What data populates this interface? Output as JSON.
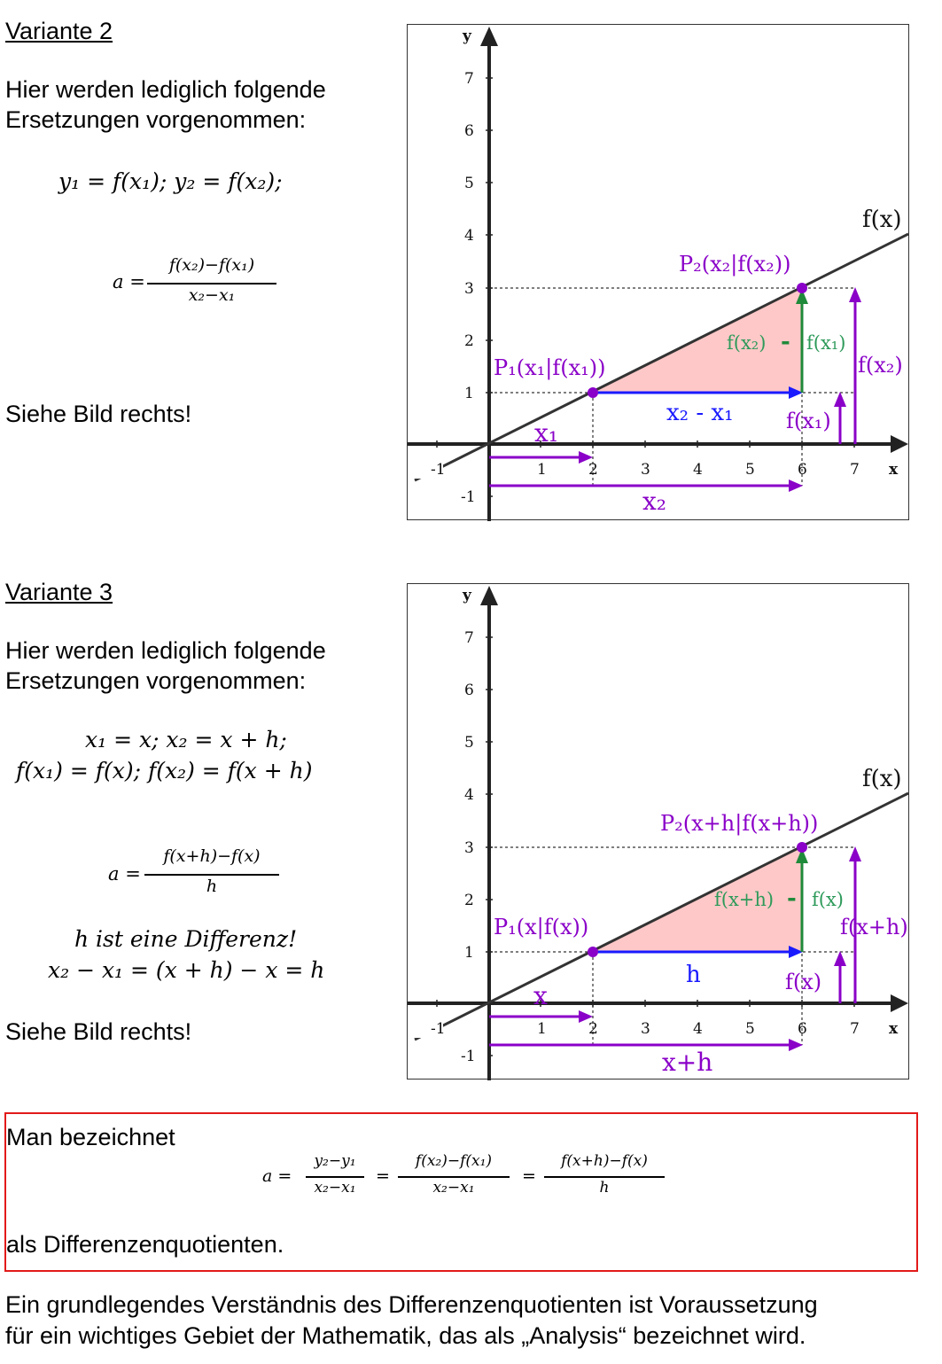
{
  "section2": {
    "heading": "Variante 2",
    "intro_line1": "Hier werden lediglich folgende",
    "intro_line2": "Ersetzungen vorgenommen:",
    "eq_line": "y₁ = f(x₁);  y₂ = f(x₂);",
    "frac_lhs": "a =",
    "frac_num": "f(x₂)−f(x₁)",
    "frac_den": "x₂−x₁",
    "see_image": "Siehe Bild rechts!"
  },
  "section3": {
    "heading": "Variante 3",
    "intro_line1": "Hier werden lediglich folgende",
    "intro_line2": "Ersetzungen vorgenommen:",
    "eq_line1": "x₁ = x; x₂ = x + h;",
    "eq_line2": "f(x₁) = f(x); f(x₂) = f(x + h)",
    "frac_lhs": "a =",
    "frac_num": "f(x+h)−f(x)",
    "frac_den": "h",
    "note_line1": "h ist eine Differenz!",
    "note_line2": "x₂ − x₁ = (x + h) − x = h",
    "see_image": "Siehe Bild rechts!"
  },
  "graph_common": {
    "y_axis_label": "y",
    "x_axis_label": "x",
    "x_ticks": [
      "-1",
      "1",
      "2",
      "3",
      "4",
      "5",
      "6",
      "7"
    ],
    "y_ticks": [
      "-1",
      "1",
      "2",
      "3",
      "4",
      "5",
      "6",
      "7"
    ],
    "function_label": "f(x)"
  },
  "graph2": {
    "p1_label": "P₁(x₁|f(x₁))",
    "p2_label": "P₂(x₂|f(x₂))",
    "dx_label": "x₂ - x₁",
    "dy_label_left": "f(x₂)",
    "dy_minus": "-",
    "dy_label_right": "f(x₁)",
    "fx2_label": "f(x₂)",
    "fx1_label": "f(x₁)",
    "x1_label": "x₁",
    "x2_label": "x₂"
  },
  "graph3": {
    "p1_label": "P₁(x|f(x))",
    "p2_label": "P₂(x+h|f(x+h))",
    "dx_label": "h",
    "dy_label_left": "f(x+h)",
    "dy_minus": "-",
    "dy_label_right": "f(x)",
    "fx2_label": "f(x+h)",
    "fx1_label": "f(x)",
    "x1_label": "x",
    "x2_label": "x+h"
  },
  "summary": {
    "line1": "Man bezeichnet",
    "a_eq": "a =",
    "f1_num": "y₂−y₁",
    "f1_den": "x₂−x₁",
    "eq2": "=",
    "f2_num": "f(x₂)−f(x₁)",
    "f2_den": "x₂−x₁",
    "eq3": "=",
    "f3_num": "f(x+h)−f(x)",
    "f3_den": "h",
    "line2": "als Differenzenquotienten."
  },
  "footer": {
    "line1": "Ein grundlegendes Verständnis des Differenzenquotienten ist Voraussetzung",
    "line2": "für ein wichtiges Gebiet der Mathematik, das als „Analysis“ bezeichnet wird."
  },
  "colors": {
    "purple": "#8a00c8",
    "blue": "#1a1aff",
    "green": "#1f8a3a",
    "green_text": "#2e9a5a",
    "triangle_fill": "#ffc8c8",
    "axis": "#222222",
    "frame_red": "#e21a1a"
  }
}
